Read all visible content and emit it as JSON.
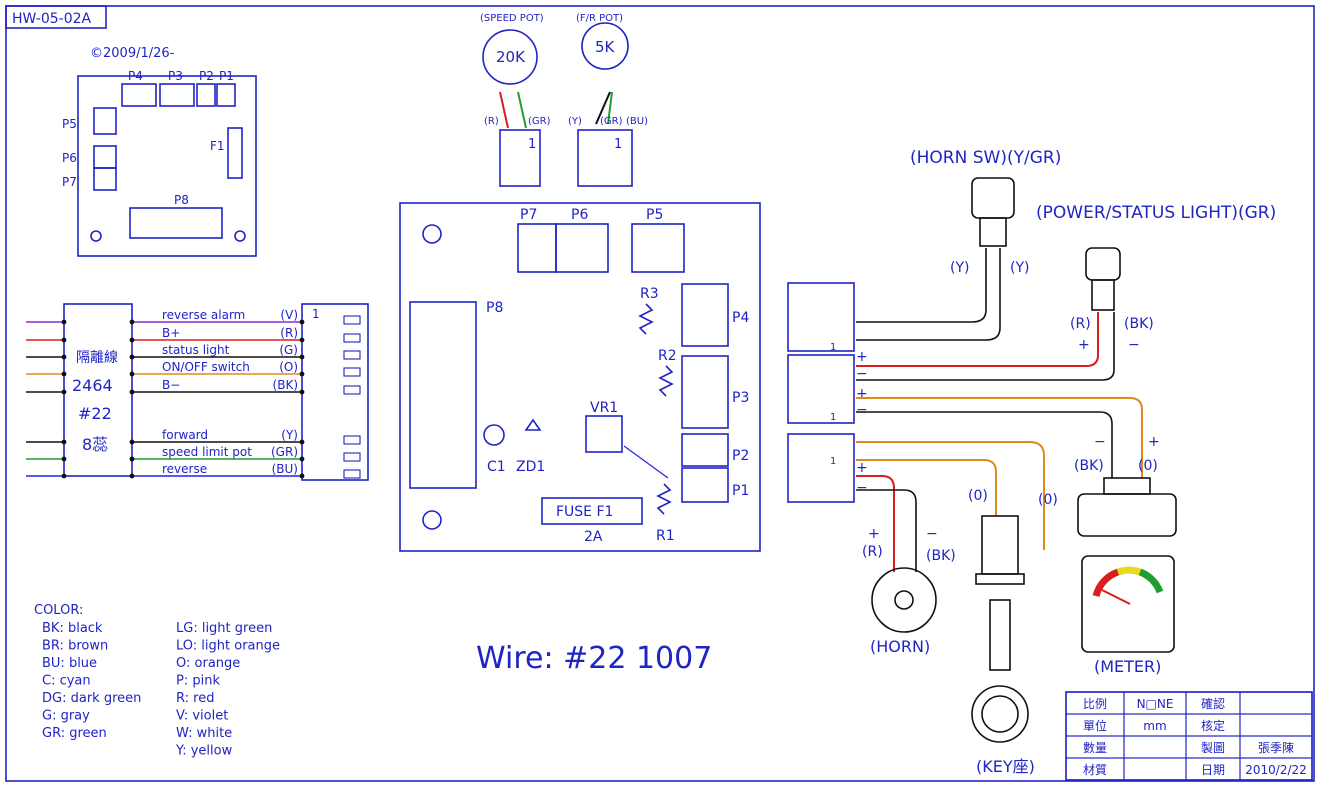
{
  "drawing_id": "HW-05-02A",
  "board_date": "©2009/1/26-",
  "small_board": {
    "p4": "P4",
    "p3": "P3",
    "p2": "P2",
    "p1": "P1",
    "p5": "P5",
    "p6": "P6",
    "p7": "P7",
    "f1": "F1",
    "p8": "P8"
  },
  "pots": {
    "speed_title": "(SPEED POT)",
    "speed_value": "20K",
    "speed_r": "(R)",
    "speed_gr": "(GR)",
    "speed_pin1": "1",
    "fr_title": "(F/R POT)",
    "fr_value": "5K",
    "fr_y": "(Y)",
    "fr_gr": "(GR)",
    "fr_bu": "(BU)",
    "fr_pin1": "1"
  },
  "harness": {
    "wire_labels": [
      "reverse alarm",
      "B+",
      "status light",
      "ON/OFF switch",
      "B−",
      "forward",
      "speed limit pot",
      "reverse"
    ],
    "wire_colors": [
      "(V)",
      "(R)",
      "(G)",
      "(O)",
      "(BK)",
      "(Y)",
      "(GR)",
      "(BU)"
    ],
    "cable_text": [
      "隔離線",
      "2464",
      "#22",
      "8蕊"
    ],
    "pin1": "1"
  },
  "controller": {
    "p7": "P7",
    "p6": "P6",
    "p5": "P5",
    "p8": "P8",
    "r3": "R3",
    "p4": "P4",
    "r2": "R2",
    "p3": "P3",
    "vr1": "VR1",
    "p2": "P2",
    "p1": "P1",
    "c1": "C1",
    "zd1": "ZD1",
    "r1": "R1",
    "fuse": "FUSE F1",
    "fuse_rating": "2A"
  },
  "right_side": {
    "horn_sw_title": "(HORN SW)(Y/GR)",
    "horn_sw_y1": "(Y)",
    "horn_sw_y2": "(Y)",
    "light_title": "(POWER/STATUS LIGHT)(GR)",
    "light_r": "(R)",
    "light_bk": "(BK)",
    "plus": "+",
    "minus": "−",
    "pin1": "1",
    "horn_r": "(R)",
    "horn_bk": "(BK)",
    "horn_label": "(HORN)",
    "key_o1": "(0)",
    "key_o2": "(0)",
    "key_label": "(KEY座)",
    "meter_bk": "(BK)",
    "meter_o": "(0)",
    "meter_label": "(METER)"
  },
  "wire_spec": "Wire: #22 1007",
  "color_legend": {
    "title": "COLOR:",
    "col1": [
      "BK: black",
      "BR: brown",
      "BU: blue",
      "C: cyan",
      "DG: dark green",
      "G: gray",
      "GR: green"
    ],
    "col2": [
      "LG: light green",
      "LO: light orange",
      "O: orange",
      "P: pink",
      "R: red",
      "V: violet",
      "W: white",
      "Y: yellow"
    ]
  },
  "title_block": [
    [
      "比例",
      "N□NE",
      "確認",
      ""
    ],
    [
      "單位",
      "mm",
      "核定",
      ""
    ],
    [
      "數量",
      "",
      "製圖",
      "張季陳"
    ],
    [
      "材質",
      "",
      "日期",
      "2010/2/22"
    ]
  ],
  "colors": {
    "ink": "#1f24c4",
    "red": "#d81e1e",
    "green": "#1f9e2e",
    "orange": "#e08a1e",
    "violet": "#8a2bd6",
    "blue": "#2222ee",
    "black": "#111111"
  }
}
